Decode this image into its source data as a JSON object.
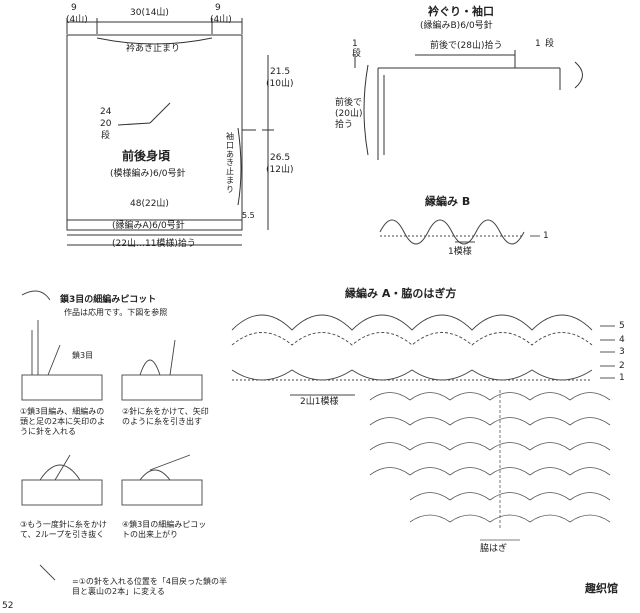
{
  "body": {
    "top_width": "30(14山)",
    "side_width": "9",
    "side_mountain": "(4山)",
    "neck_opening_stop": "衿あき止まり",
    "height_upper": "21.5",
    "height_upper_mtn": "(10山)",
    "height_lower": "26.5",
    "height_lower_mtn": "(12山)",
    "diag_a": "24",
    "diag_b": "20",
    "diag_c": "段",
    "title": "前後身頃",
    "pattern": "(模様編み)6/0号針",
    "sleeve_opening_stop": "袖口あき止まり",
    "bottom_width": "48(22山)",
    "edge_pattern": "(縁編みA)6/0号針",
    "pickup": "(22山…11模様)拾う",
    "small_dim": "5.5"
  },
  "collar": {
    "title": "衿ぐり・袖口",
    "pattern": "(縁編みB)6/0号針",
    "pickup": "前後で(28山)拾う",
    "one_row_left": "1",
    "one_row_right": "1",
    "row_unit": "段",
    "side_pickup": "前後で(20山)拾う"
  },
  "edge_b": {
    "title": "縁編み B",
    "repeat": "1模様",
    "row_label": "1"
  },
  "edge_a": {
    "title": "縁編み A・脇のはぎ方",
    "repeat": "2山1模様",
    "rows": [
      "5",
      "4",
      "3",
      "2",
      "1"
    ],
    "seam": "脇はぎ"
  },
  "picot": {
    "title": "鎖3目の細編みピコット",
    "note": "作品は応用です。下図を参照",
    "chain_label": "鎖3目",
    "step1": "①鎖3目編み、細編みの頭と足の2本に矢印のように針を入れる",
    "step2": "②針に糸をかけて、矢印のように糸を引き出す",
    "step3": "③もう一度針に糸をかけて、2ループを引き抜く",
    "step4": "④鎖3目の細編みピコットの出来上がり",
    "footnote": "=①の針を入れる位置を「4目戻った鎖の半目と裏山の2本」に変える"
  },
  "watermark": "趣织馆",
  "page_number": "52"
}
